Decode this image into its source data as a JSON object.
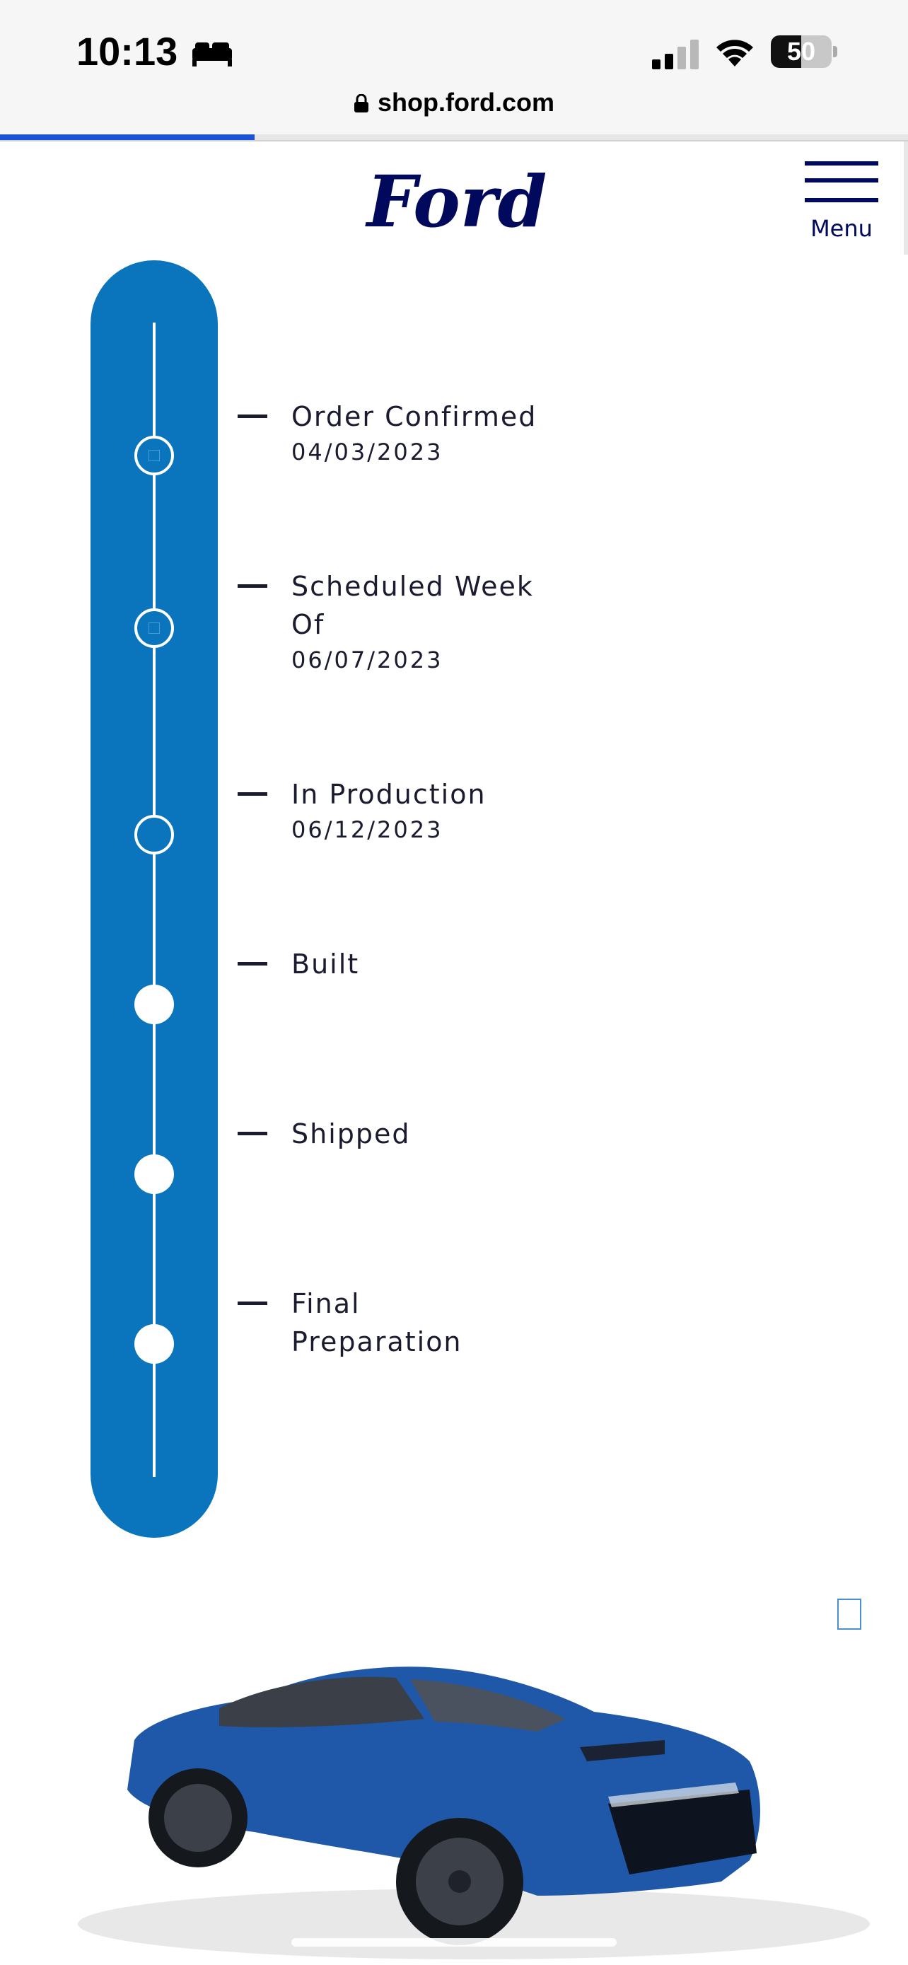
{
  "status_bar": {
    "time": "10:13",
    "battery_percent": "50",
    "battery_level": 0.5,
    "focus_icon": "bed-icon",
    "signal_icon": "cellular-signal-icon",
    "wifi_icon": "wifi-icon"
  },
  "browser": {
    "url": "shop.ford.com",
    "load_progress": 0.28
  },
  "header": {
    "logo_text": "Ford",
    "menu_label": "Menu"
  },
  "tracker": {
    "steps": [
      {
        "label": "Order Confirmed",
        "date": "04/03/2023",
        "state": "complete"
      },
      {
        "label": "Scheduled Week Of",
        "date": "06/07/2023",
        "state": "complete"
      },
      {
        "label": "In Production",
        "date": "06/12/2023",
        "state": "current"
      },
      {
        "label": "Built",
        "date": "",
        "state": "pending"
      },
      {
        "label": "Shipped",
        "date": "",
        "state": "pending"
      },
      {
        "label": "Final Preparation",
        "date": "",
        "state": "pending"
      }
    ]
  },
  "vehicle": {
    "color": "#1f58a8"
  },
  "colors": {
    "ford_blue": "#00095b",
    "tracker_blue": "#0a75bc",
    "progress_blue": "#1a53d6"
  }
}
